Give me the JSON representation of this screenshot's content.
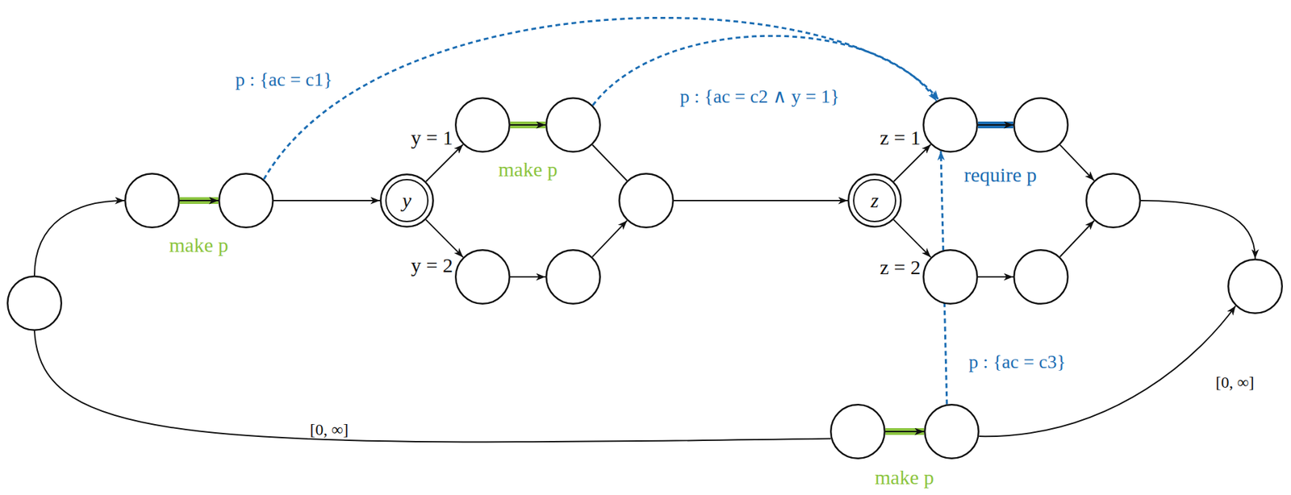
{
  "diagram": {
    "nodes": [
      {
        "text": []
      },
      {
        "text": []
      },
      {
        "text": []
      },
      {
        "text": [
          "y"
        ]
      },
      {
        "text": [
          "y = 1"
        ]
      },
      {
        "text": []
      },
      {
        "text": [
          "y = 2"
        ]
      },
      {
        "text": []
      },
      {
        "text": []
      },
      {
        "text": [
          "z"
        ]
      },
      {
        "text": [
          "z = 1"
        ]
      },
      {
        "text": []
      },
      {
        "text": [
          "z = 2"
        ]
      },
      {
        "text": []
      },
      {
        "text": []
      },
      {
        "text": []
      },
      {
        "text": []
      },
      {
        "text": []
      }
    ],
    "edges": [
      {
        "from": 0,
        "to": 1,
        "arrow": "to"
      },
      {
        "from": 1,
        "to": 2,
        "arrow": "to",
        "label": "make p"
      },
      {
        "from": 2,
        "to": 3,
        "arrow": "to"
      },
      {
        "from": 3,
        "to": 4,
        "arrow": "to"
      },
      {
        "from": 3,
        "to": 6,
        "arrow": "to"
      },
      {
        "from": 4,
        "to": 5,
        "arrow": "to",
        "label": "make p"
      },
      {
        "from": 5,
        "to": 8,
        "arrow": "none"
      },
      {
        "from": 6,
        "to": 7,
        "arrow": "to"
      },
      {
        "from": 7,
        "to": 8,
        "arrow": "to"
      },
      {
        "from": 8,
        "to": 9,
        "arrow": "to"
      },
      {
        "from": 9,
        "to": 10,
        "arrow": "to"
      },
      {
        "from": 9,
        "to": 12,
        "arrow": "to"
      },
      {
        "from": 10,
        "to": 11,
        "arrow": "to",
        "label": "require p"
      },
      {
        "from": 11,
        "to": 14,
        "arrow": "to"
      },
      {
        "from": 12,
        "to": 13,
        "arrow": "to"
      },
      {
        "from": 13,
        "to": 14,
        "arrow": "to"
      },
      {
        "from": 14,
        "to": 15,
        "arrow": "to"
      },
      {
        "from": 0,
        "to": 16,
        "arrow": "none",
        "label": "[0, ∞]"
      },
      {
        "from": 16,
        "to": 17,
        "arrow": "to",
        "label": "make p"
      },
      {
        "from": 17,
        "to": 15,
        "arrow": "to",
        "label": "[0, ∞]"
      },
      {
        "from": 2,
        "to": 10,
        "arrow": "to",
        "label": "p : {ac = c1}"
      },
      {
        "from": 5,
        "to": 10,
        "arrow": "to",
        "label": "p : {ac = c2 ∧ y = 1}"
      },
      {
        "from": 17,
        "to": 10,
        "arrow": "to",
        "label": "p : {ac = c3}"
      }
    ]
  }
}
